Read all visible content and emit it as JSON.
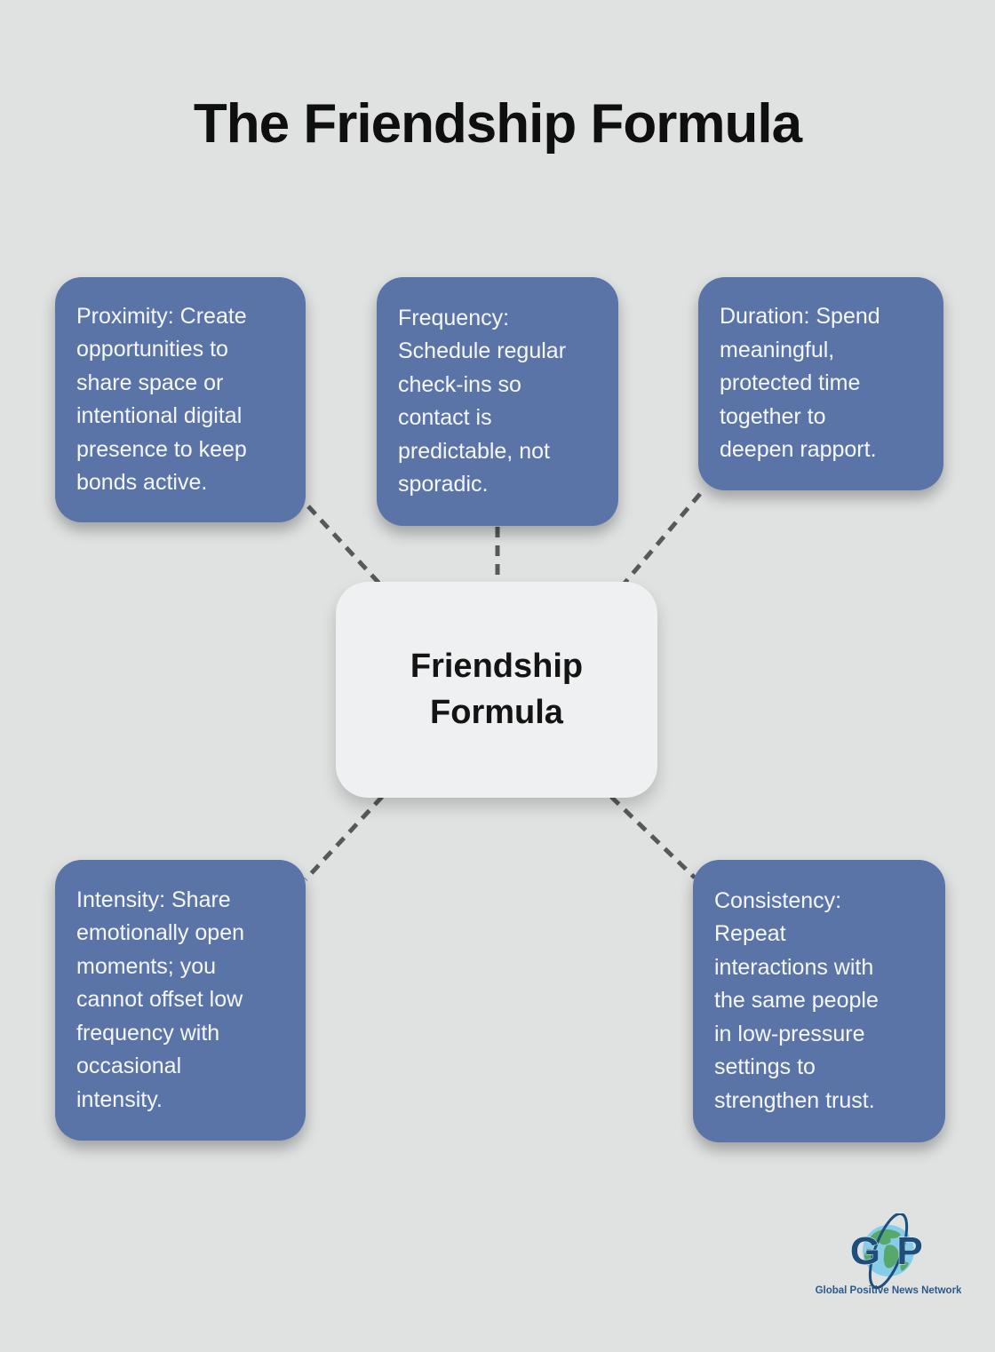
{
  "title": "The Friendship Formula",
  "center": {
    "label": "Friendship\nFormula"
  },
  "nodes": [
    {
      "id": "proximity",
      "text": "Proximity: Create\nopportunities to\nshare space or\nintentional digital\npresence to keep\nbonds active."
    },
    {
      "id": "frequency",
      "text": "Frequency:\nSchedule regular\ncheck-ins so\ncontact is\npredictable, not\nsporadic."
    },
    {
      "id": "duration",
      "text": "Duration: Spend\nmeaningful,\nprotected time\ntogether to\ndeepen rapport."
    },
    {
      "id": "intensity",
      "text": "Intensity: Share\nemotionally open\nmoments; you\ncannot offset low\nfrequency with\noccasional\nintensity."
    },
    {
      "id": "consistency",
      "text": "Consistency:\nRepeat\ninteractions with\nthe same people\nin low-pressure\nsettings to\nstrengthen trust."
    }
  ],
  "logo": {
    "letter_g": "G",
    "letter_p": "P",
    "caption": "Global Positive News Network"
  },
  "colors": {
    "background": "#e0e2e1",
    "node_blue": "#5b74a8",
    "center_bg": "#eff0f1",
    "connector": "#57585a",
    "logo_navy": "#1d4f7a",
    "globe_blue": "#85cde8",
    "globe_green": "#58a86c",
    "caption_blue": "#2a5a8c"
  }
}
